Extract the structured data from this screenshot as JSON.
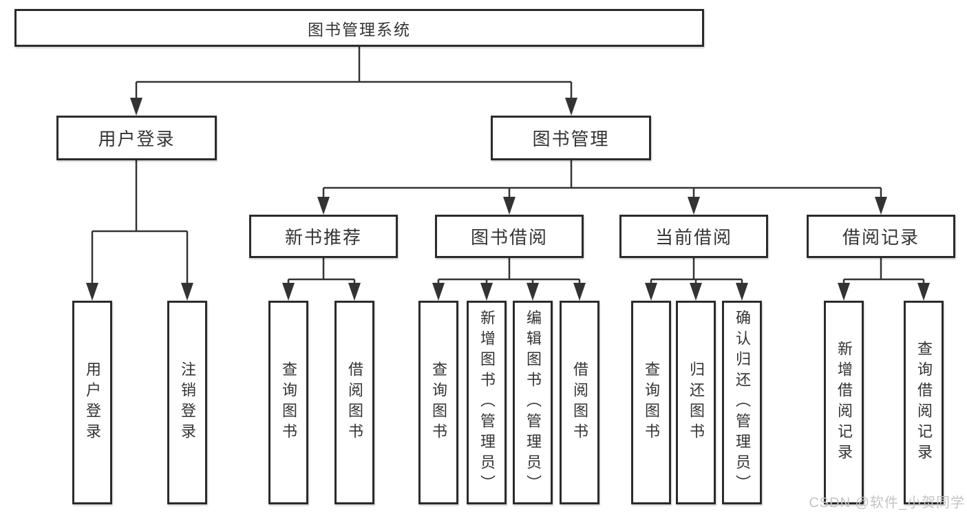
{
  "tree": {
    "label": "图书管理系统",
    "children": [
      {
        "label": "用户登录",
        "children": [
          {
            "label": "用户登录"
          },
          {
            "label": "注销登录"
          }
        ]
      },
      {
        "label": "图书管理",
        "children": [
          {
            "label": "新书推荐",
            "children": [
              {
                "label": "查询图书"
              },
              {
                "label": "借阅图书"
              }
            ]
          },
          {
            "label": "图书借阅",
            "children": [
              {
                "label": "查询图书"
              },
              {
                "label": "新增图书（管理员）"
              },
              {
                "label": "编辑图书（管理员）"
              },
              {
                "label": "借阅图书"
              }
            ]
          },
          {
            "label": "当前借阅",
            "children": [
              {
                "label": "查询图书"
              },
              {
                "label": "归还图书"
              },
              {
                "label": "确认归还（管理员）"
              }
            ]
          },
          {
            "label": "借阅记录",
            "children": [
              {
                "label": "新增借阅记录"
              },
              {
                "label": "查询借阅记录"
              }
            ]
          }
        ]
      }
    ]
  },
  "watermark": "CSDN @软件_小贺同学",
  "colors": {
    "background": "#ffffff",
    "box_border": "#2b2b2b",
    "line": "#333333",
    "text": "#333333",
    "watermark": "#c4c4c4"
  }
}
